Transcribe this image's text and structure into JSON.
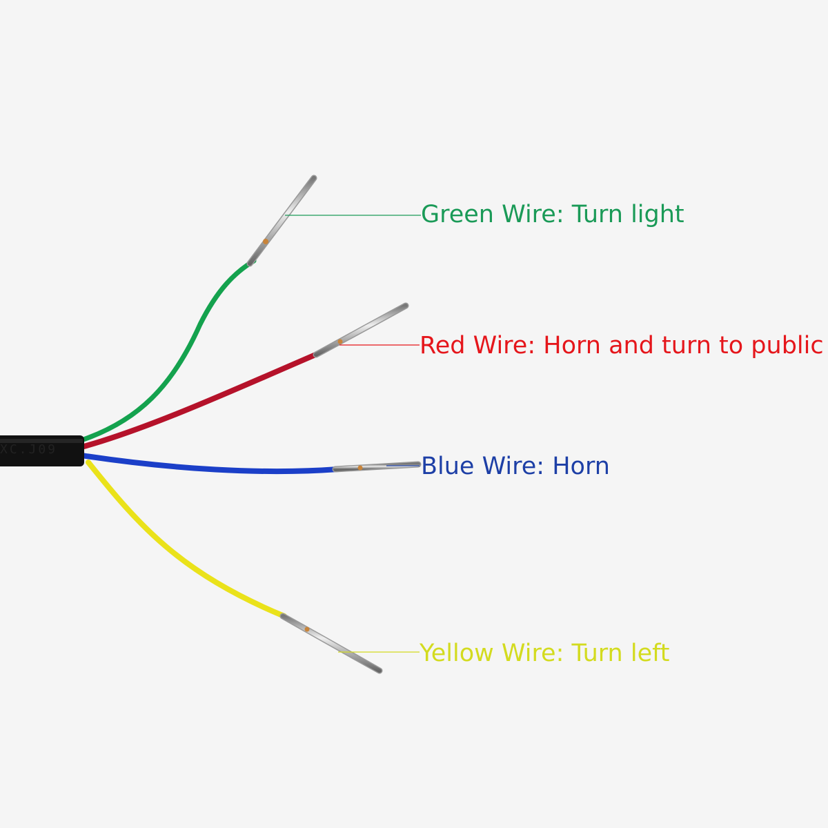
{
  "cable": {
    "jacket_print": "XC.J09"
  },
  "wires": [
    {
      "id": "green",
      "label": "Green Wire: Turn light",
      "color": "#1a9a57",
      "wire_color": "#14a24e"
    },
    {
      "id": "red",
      "label": "Red Wire: Horn and turn to public",
      "color": "#e5161b",
      "wire_color": "#b5122a"
    },
    {
      "id": "blue",
      "label": "Blue Wire: Horn",
      "color": "#1d3fa6",
      "wire_color": "#1b3fc8"
    },
    {
      "id": "yellow",
      "label": "Yellow Wire: Turn left",
      "color": "#d3db1f",
      "wire_color": "#eae21a"
    }
  ]
}
